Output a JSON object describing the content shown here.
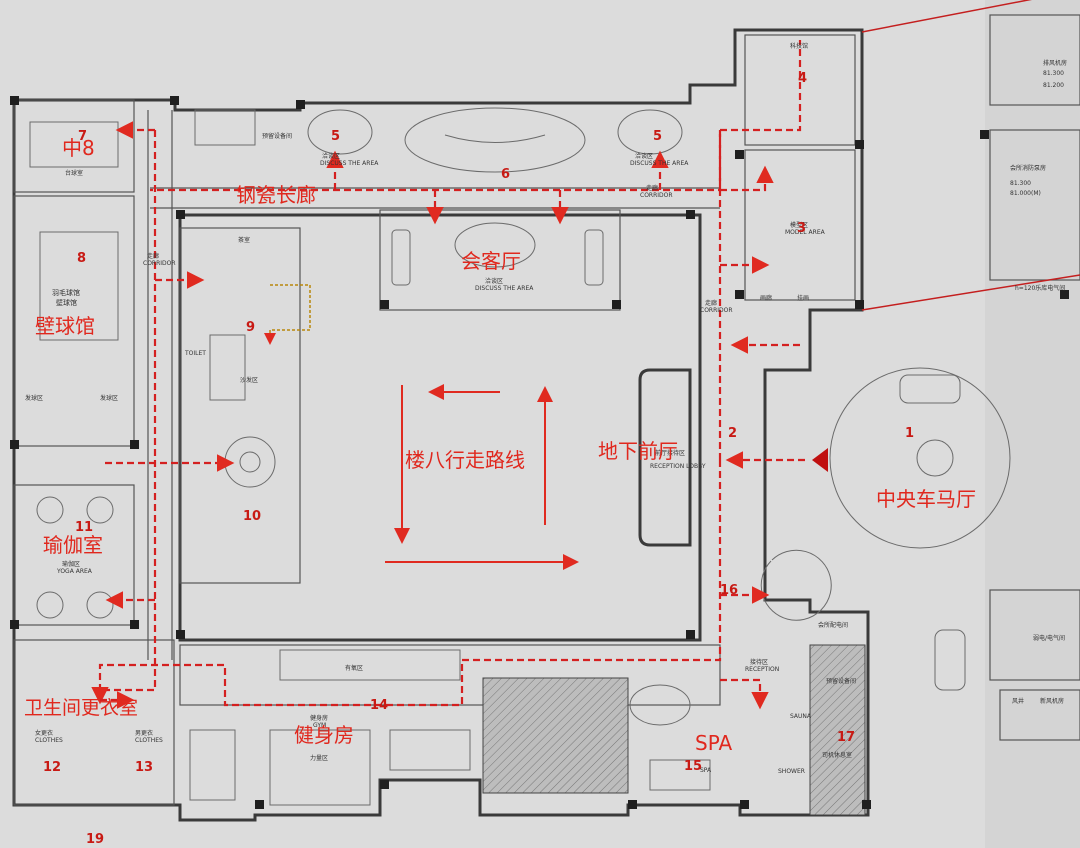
{
  "colors": {
    "route": "#d42020",
    "label": "#e0281e",
    "wall": "#3a3a3a",
    "background": "#dcdcdc"
  },
  "labels": {
    "gallery": "钢瓷长廊",
    "meeting_hall": "会客厅",
    "squash": "壁球馆",
    "yoga": "瑜伽室",
    "restroom_changing": "卫生间更衣室",
    "gym": "健身房",
    "spa": "SPA",
    "basement_lobby": "地下前厅",
    "carriage_hall": "中央车马厅",
    "route_text": "楼八行走路线",
    "room7": "中8"
  },
  "numbers": [
    "1",
    "2",
    "3",
    "4",
    "5",
    "5",
    "6",
    "7",
    "8",
    "9",
    "10",
    "11",
    "12",
    "13",
    "14",
    "15",
    "16",
    "17",
    "19"
  ],
  "small_labels": {
    "discuss_area_left": "洽谈区",
    "discuss_area_left_en": "DISCUSS THE AREA",
    "discuss_area_right": "洽谈区",
    "discuss_area_right_en": "DISCUSS THE AREA",
    "discuss_center": "洽谈区",
    "discuss_center_en": "DISCUSS THE AREA",
    "corridor": "走廊",
    "corridor_en": "CORRIDOR",
    "model_area": "模型区",
    "model_area_en": "MODEL AREA",
    "badminton": "羽毛球馆",
    "squash_cn": "壁球馆",
    "yoga_area": "瑜伽区",
    "yoga_en": "YOGA AREA",
    "gym_cn": "健身房",
    "gym_en": "GYM",
    "strength": "力量区",
    "aerobic": "有氧区",
    "reception_lobby": "前厅接待区",
    "reception_lobby_en": "RECEPTION LOBBY",
    "reception": "接待区",
    "reception_en": "RECEPTION",
    "women_change": "女更衣",
    "men_change": "男更衣",
    "clothes": "CLOTHES",
    "sofa": "沙发区",
    "tea": "茶室",
    "billiard": "台球室",
    "spa_small": "SPA",
    "sauna": "SAUNA",
    "shower": "SHOWER",
    "toilet": "TOILET",
    "equipment": "预留设备间",
    "driver_rest": "司机休息室",
    "pool_power": "会所配电间",
    "elevation_1": "81.300",
    "elevation_2": "81.200",
    "elevation_3": "81.300",
    "elevation_4": "81.000(M)",
    "exhaust": "排风机房",
    "fresh_air": "新风机房",
    "wind": "风井",
    "tech_room": "科技馆",
    "gallery_en": "画廊",
    "hang": "挂画",
    "launch": "发球区",
    "launch2": "发球区",
    "elec": "弱电/电气间",
    "fire_pump": "会所消防泵房",
    "note_h120": "h=120乐库电气间"
  }
}
